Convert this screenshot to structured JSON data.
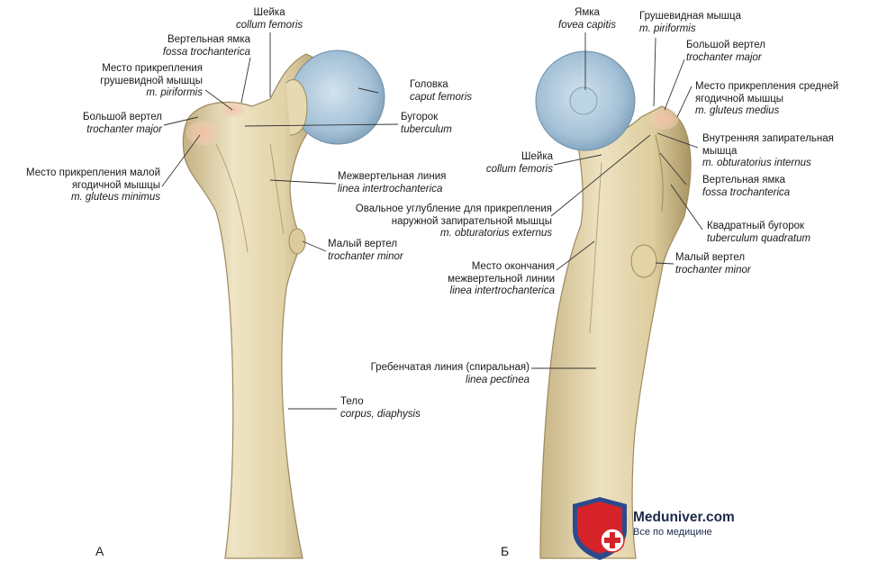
{
  "panels": {
    "a": "А",
    "b": "Б"
  },
  "labels_a": {
    "neck": {
      "ru": "Шейка",
      "la": "collum femoris"
    },
    "troch_fossa": {
      "ru": "Вертельная ямка",
      "la": "fossa trochanterica"
    },
    "piriformis_attach": {
      "ru1": "Место прикрепления",
      "ru2": "грушевидной мышцы",
      "la": "m. piriformis"
    },
    "greater_troch": {
      "ru": "Большой вертел",
      "la": "trochanter major"
    },
    "gluteus_min_attach": {
      "ru1": "Место прикрепления малой",
      "ru2": "ягодичной мышцы",
      "la": "m. gluteus minimus"
    },
    "head": {
      "ru": "Головка",
      "la": "caput femoris"
    },
    "tubercle": {
      "ru": "Бугорок",
      "la": "tuberculum"
    },
    "intertroch_line": {
      "ru": "Межвертельная линия",
      "la": "linea intertrochanterica"
    },
    "lesser_troch": {
      "ru": "Малый вертел",
      "la": "trochanter minor"
    },
    "body": {
      "ru": "Тело",
      "la": "corpus, diaphysis"
    }
  },
  "labels_b": {
    "fovea": {
      "ru": "Ямка",
      "la": "fovea capitis"
    },
    "piriformis": {
      "ru": "Грушевидная мышца",
      "la": "m. piriformis"
    },
    "greater_troch": {
      "ru": "Большой вертел",
      "la": "trochanter major"
    },
    "gluteus_med_attach": {
      "ru1": "Место прикрепления средней",
      "ru2": "ягодичной мышцы",
      "la": "m. gluteus medius"
    },
    "neck": {
      "ru": "Шейка",
      "la": "collum femoris"
    },
    "obturator_int": {
      "ru1": "Внутренняя запирательная",
      "ru2": "мышца",
      "la": "m. obturatorius internus"
    },
    "troch_fossa": {
      "ru": "Вертельная ямка",
      "la": "fossa trochanterica"
    },
    "obturator_ext": {
      "ru1": "Овальное углубление для прикрепления",
      "ru2": "наружной запирательной мышцы",
      "la": "m. obturatorius externus"
    },
    "quadrate_tubercle": {
      "ru": "Квадратный бугорок",
      "la": "tuberculum quadratum"
    },
    "lesser_troch": {
      "ru": "Малый вертел",
      "la": "trochanter minor"
    },
    "intertroch_end": {
      "ru1": "Место окончания",
      "ru2": "межвертельной линии",
      "la": "linea intertrochanterica"
    },
    "pectineal_line": {
      "ru": "Гребенчатая линия (спиральная)",
      "la": "linea pectinea"
    }
  },
  "logo": {
    "name": "Meduniver.com",
    "tagline": "Все по медицине"
  },
  "colors": {
    "bone": "#e6d9b4",
    "bone_shadow": "#b9a67a",
    "cartilage": "#a9c6da",
    "attachment": "#f2b8a0",
    "line": "#333333",
    "shield_red": "#d6232a",
    "shield_blue": "#2c4a8c"
  }
}
